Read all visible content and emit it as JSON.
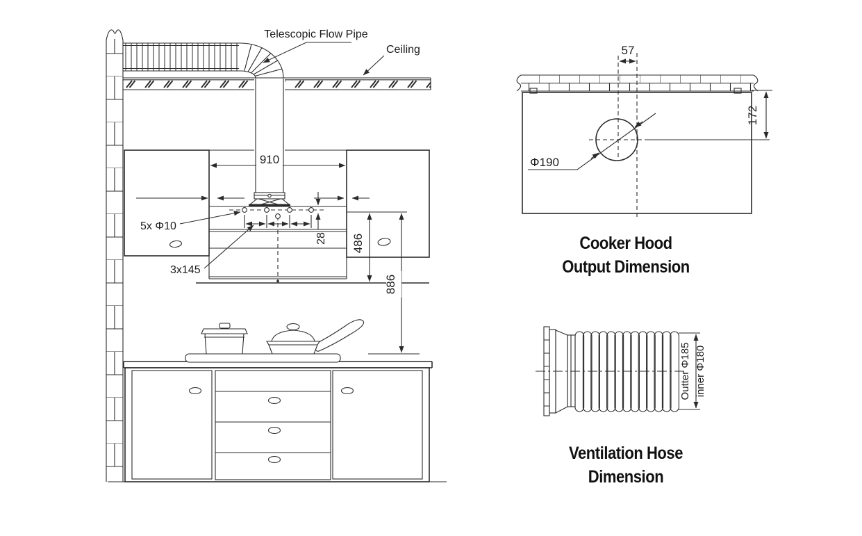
{
  "install": {
    "pipe_label": "Telescopic Flow Pipe",
    "ceiling_label": "Ceiling",
    "width_910": "910",
    "holes_5x10": "5x Φ10",
    "spacing_3x145": "3x145",
    "offset_28": "28",
    "height_486": "486",
    "height_886": "886"
  },
  "output_view": {
    "title1": "Cooker Hood",
    "title2": "Output Dimension",
    "offset_57": "57",
    "depth_172": "172",
    "dia_190": "Φ190"
  },
  "hose_view": {
    "title1": "Ventilation Hose",
    "title2": "Dimension",
    "outer_label": "Outter Φ185",
    "inner_label": "inner Φ180"
  },
  "colors": {
    "line": "#2b2b2b",
    "text": "#1c1c1c",
    "background": "#ffffff"
  }
}
